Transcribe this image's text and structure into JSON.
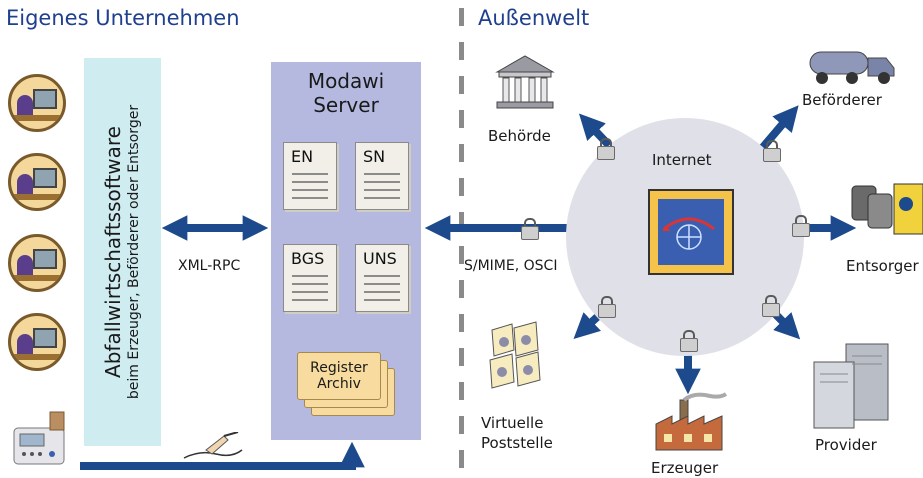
{
  "header": {
    "left_title": "Eigenes Unternehmen",
    "right_title": "Außenwelt"
  },
  "left_panel": {
    "title": "Abfallwirtschaftssoftware",
    "subtitle": "beim Erzeuger, Beförderer oder Entsorger"
  },
  "server": {
    "title_line1": "Modawi",
    "title_line2": "Server",
    "docs": [
      "EN",
      "SN",
      "BGS",
      "UNS"
    ],
    "folder_line1": "Register",
    "folder_line2": "Archiv"
  },
  "labels": {
    "xml_rpc": "XML-RPC",
    "smime": "S/MIME, OSCI",
    "internet": "Internet"
  },
  "actors": {
    "behoerde": "Behörde",
    "befoerderer": "Beförderer",
    "entsorger": "Entsorger",
    "provider": "Provider",
    "erzeuger": "Erzeuger",
    "virtuelle_line1": "Virtuelle",
    "virtuelle_line2": "Poststelle"
  },
  "colors": {
    "title": "#1f3f8f",
    "arrow": "#1d4a8c",
    "server_bg": "#b5b9e0",
    "panel_bg": "#cfecf1",
    "globe_bg": "#e0e0e8"
  }
}
